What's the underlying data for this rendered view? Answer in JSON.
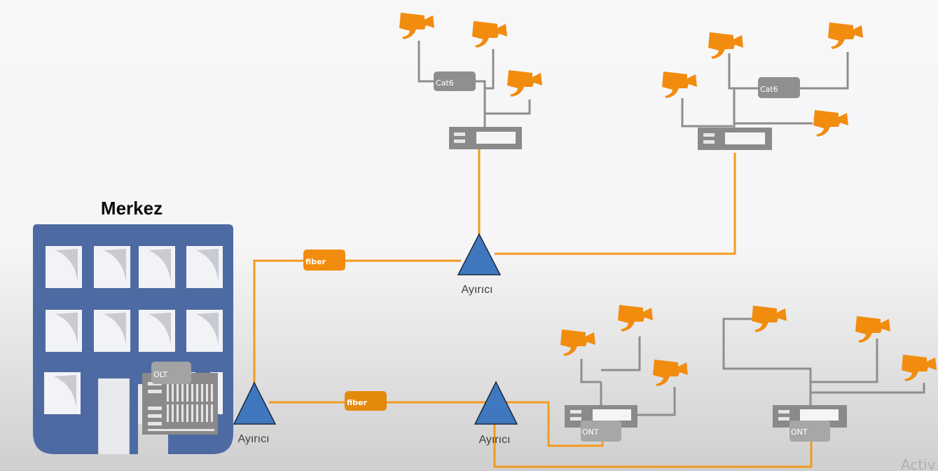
{
  "diagram": {
    "headquarters": {
      "title": "Merkez",
      "olt_label": "OLT"
    },
    "splitters": [
      {
        "id": "splitter-hq",
        "label": "Ayırıcı"
      },
      {
        "id": "splitter-top",
        "label": "Ayırıcı"
      },
      {
        "id": "splitter-bottom",
        "label": "Ayırıcı"
      }
    ],
    "links": {
      "fiber_top_label": "fiber",
      "fiber_bottom_label": "fiber",
      "cat6_left_label": "Cat6",
      "cat6_right_label": "Cat6"
    },
    "ont_devices": [
      {
        "id": "ont-left",
        "label": "ONT"
      },
      {
        "id": "ont-right",
        "label": "ONT"
      }
    ],
    "switches": [
      {
        "id": "switch-top-left"
      },
      {
        "id": "switch-top-right"
      }
    ],
    "camera_groups": [
      {
        "group": "top-left",
        "count": 3
      },
      {
        "group": "top-right",
        "count": 4
      },
      {
        "group": "bottom-left",
        "count": 3
      },
      {
        "group": "bottom-right",
        "count": 3
      }
    ],
    "watermark": "Activ",
    "colors": {
      "fiber": "#f39a1e",
      "camera": "#f28c0f",
      "cable": "#8e8e8e",
      "device": "#8a8a8a",
      "building": "#4e6aa3",
      "splitter": "#3f78bf",
      "tag_gray": "#8f8f8f",
      "tag_orange": "#f28c0f"
    }
  }
}
